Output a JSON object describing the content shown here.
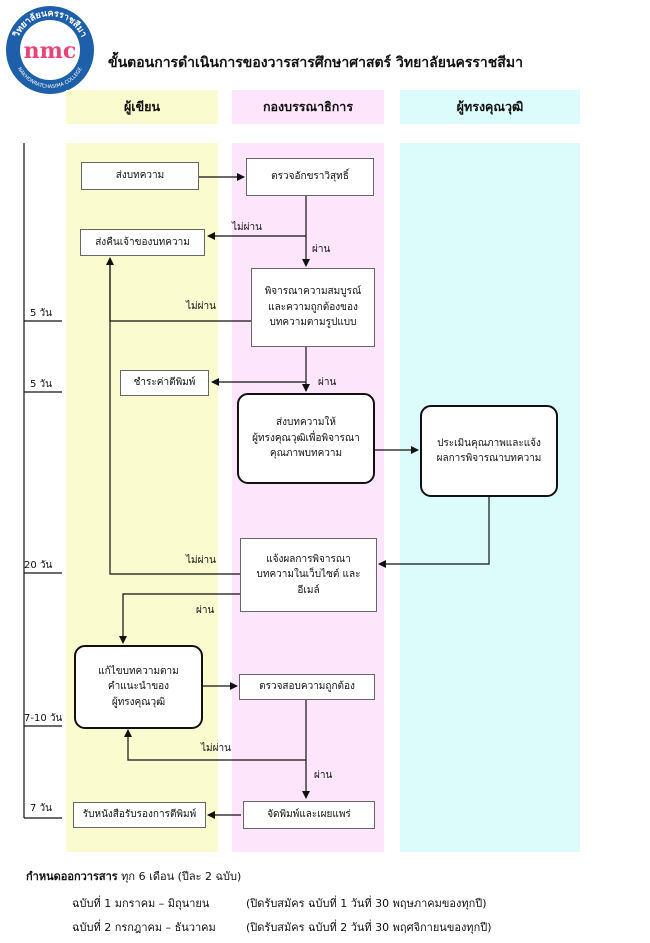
{
  "title": "ขั้นตอนการดำเนินการของวารสารศึกษาศาสตร์ วิทยาลัยนครราชสีมา",
  "logo": {
    "text": "nmc",
    "arc_top": "วิทยาลัยนครราชสีมา",
    "arc_bottom": "NAKHONRATCHASIMA COLLEGE"
  },
  "lanes": {
    "author": {
      "label": "ผู้เขียน",
      "color": "#fbfbd0"
    },
    "editor": {
      "label": "กองบรรณาธิการ",
      "color": "#fde6fb"
    },
    "reviewer": {
      "label": "ผู้ทรงคุณวุฒิ",
      "color": "#dcfbfb"
    }
  },
  "boxes": {
    "submit": "ส่งบทความ",
    "check_plagiarism": "ตรวจอักขราวิสุทธิ์",
    "return_author": "ส่งคืนเจ้าของบทความ",
    "consider_line1": "พิจารณาความสมบูรณ์",
    "consider_line2": "และความถูกต้องของ",
    "consider_line3": "บทความตามรูปแบบ",
    "pay_fee": "ชำระค่าตีพิมพ์",
    "send_reviewer_line1": "ส่งบทความให้",
    "send_reviewer_line2": "ผู้ทรงคุณวุฒิเพื่อพิจารณา",
    "send_reviewer_line3": "คุณภาพบทความ",
    "evaluate_line1": "ประเมินคุณภาพและแจ้ง",
    "evaluate_line2": "ผลการพิจารณาบทความ",
    "notify_line1": "แจ้งผลการพิจารณา",
    "notify_line2": "บทความในเว็บไซต์ และ",
    "notify_line3": "อีเมล์",
    "revise_line1": "แก้ไขบทความตาม",
    "revise_line2": "คำแนะนำของ",
    "revise_line3": "ผู้ทรงคุณวุฒิ",
    "verify": "ตรวจสอบความถูกต้อง",
    "publish": "จัดพิมพ์และเผยแพร่",
    "certificate": "รับหนังสือรับรองการตีพิมพ์"
  },
  "labels": {
    "fail_1": "ไม่ผ่าน",
    "pass_1": "ผ่าน",
    "fail_2": "ไม่ผ่าน",
    "pass_2": "ผ่าน",
    "fail_3": "ไม่ผ่าน",
    "pass_3": "ผ่าน",
    "fail_4": "ไม่ผ่าน",
    "pass_4": "ผ่าน"
  },
  "timeline": [
    "5 วัน",
    "5 วัน",
    "20 วัน",
    "7-10 วัน",
    "7 วัน"
  ],
  "footer": {
    "heading_bold": "กำหนดออกวารสาร",
    "heading_rest": " ทุก 6 เดือน  (ปีละ 2 ฉบับ)",
    "issue1_period": "ฉบับที่ 1 มกราคม – มิถุนายน",
    "issue1_note": "(ปิดรับสมัคร ฉบับที่ 1 วันที่ 30 พฤษภาคมของทุกปี)",
    "issue2_period": "ฉบับที่ 2 กรกฎาคม – ธันวาคม",
    "issue2_note": "(ปิดรับสมัคร ฉบับที่ 2 วันที่ 30 พฤศจิกายนของทุกปี)"
  },
  "colors": {
    "logo_blue": "#1d5fa8",
    "logo_pink": "#e8447a",
    "line": "#111111"
  }
}
